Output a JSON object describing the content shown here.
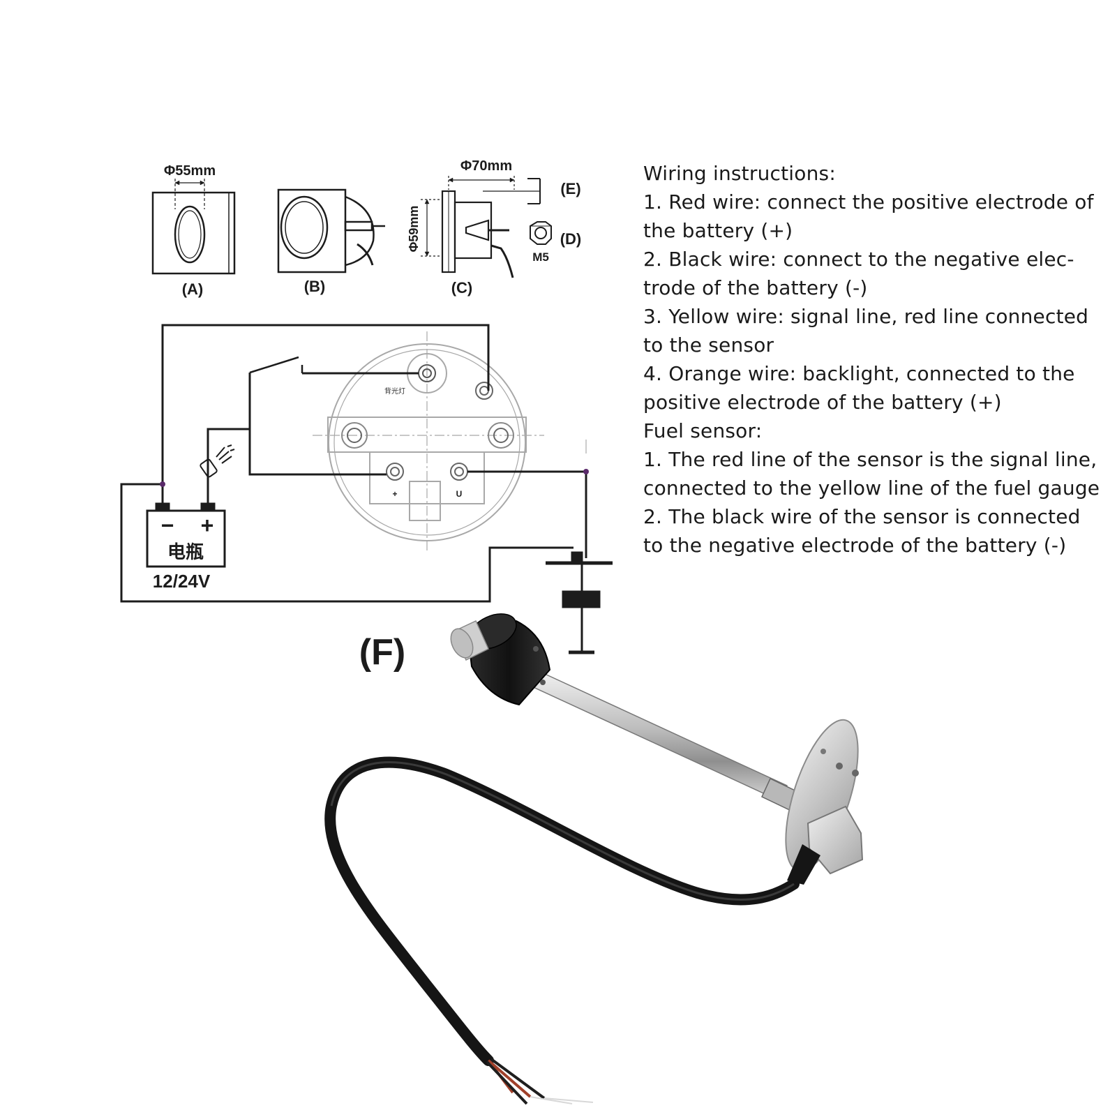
{
  "diagram": {
    "dim_a": "Φ55mm",
    "dim_c_width": "Φ70mm",
    "dim_c_height": "Φ59mm",
    "nut_size": "M5",
    "view_a": "(A)",
    "view_b": "(B)",
    "view_c": "(C)",
    "part_d": "(D)",
    "part_e": "(E)",
    "figure_f": "(F)",
    "gauge_lamp_label": "背光灯",
    "terminal_plus": "+",
    "terminal_u": "U",
    "battery_minus": "−",
    "battery_plus": "+",
    "battery_label": "电瓶",
    "battery_voltage": "12/24V"
  },
  "notes": {
    "lines": [
      "Wiring instructions:",
      "1. Red wire: connect the positive electrode of",
      "the battery (+)",
      "2. Black wire: connect to the negative elec-",
      "trode of the battery (-)",
      "3. Yellow wire: signal line, red line connected",
      "to the sensor",
      "4. Orange wire: backlight, connected to the",
      "positive electrode of the battery (+)",
      "Fuel sensor:",
      "1. The red line of the sensor is the signal line,",
      "connected to the yellow line of the fuel gauge",
      "2. The black wire of the sensor is connected",
      "to the negative electrode of the battery (-)"
    ]
  },
  "colors": {
    "line": "#1c1c1c",
    "gauge_outline": "#a8a8a8",
    "junction": "#5a2a6a",
    "cable": "#151515",
    "steel": "#c9c9c9",
    "red_core": "#a0402a"
  }
}
